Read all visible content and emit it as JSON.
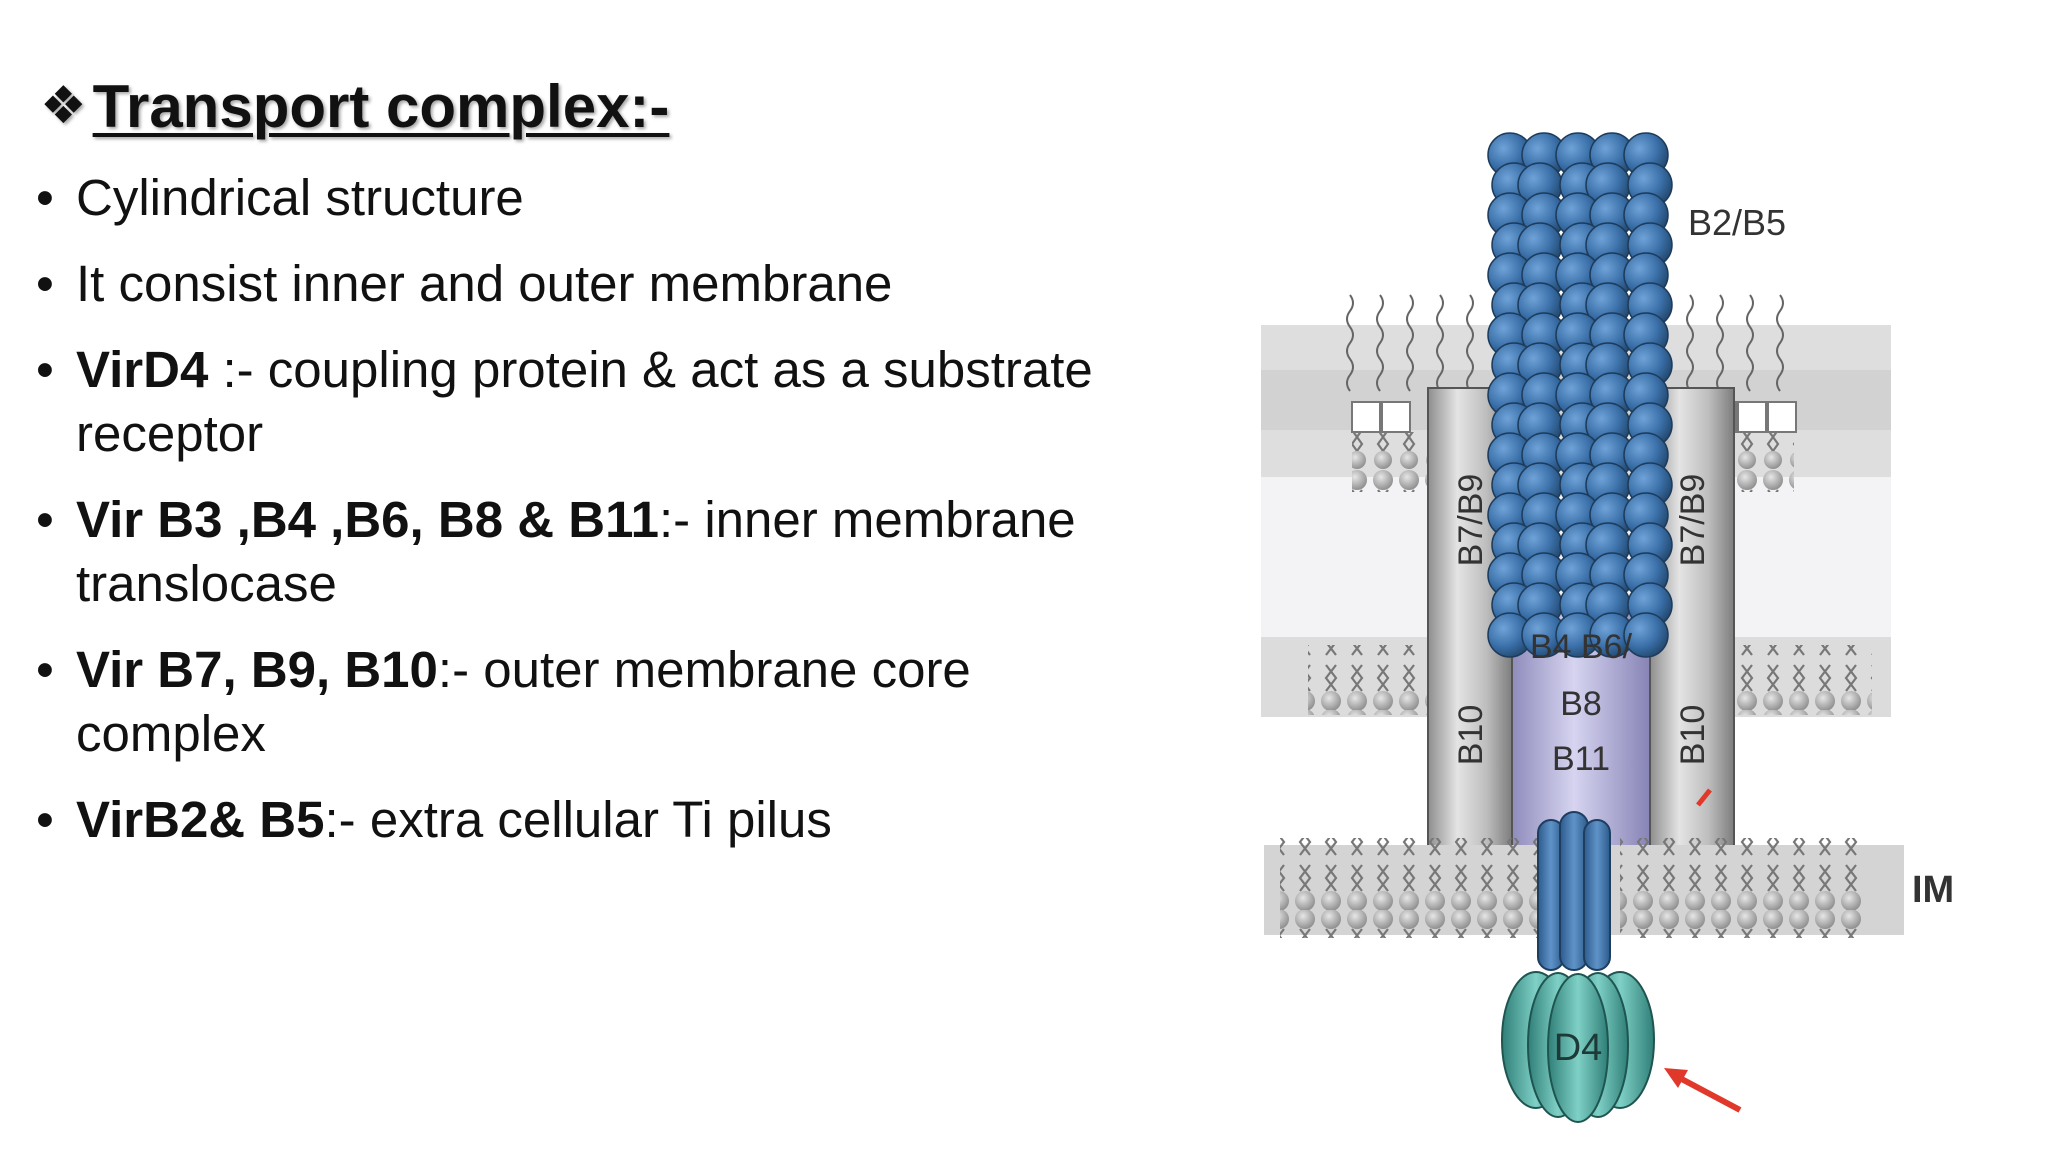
{
  "slide": {
    "title": "Transport complex:-",
    "title_bullet": "❖",
    "bullets": [
      {
        "bold": "",
        "text": "Cylindrical structure"
      },
      {
        "bold": "",
        "text": "It consist inner and outer membrane"
      },
      {
        "bold": "VirD4",
        "text": " :- coupling protein & act as a substrate receptor"
      },
      {
        "bold": "Vir B3 ,B4 ,B6, B8 & B11",
        "text": ":- inner membrane translocase"
      },
      {
        "bold": "Vir B7, B9, B10",
        "text": ":- outer membrane core complex"
      },
      {
        "bold": "VirB2& B5",
        "text": ":- extra cellular Ti pilus"
      }
    ]
  },
  "diagram": {
    "labels": {
      "pilus": "B2/B5",
      "core_left_top": "B7/B9",
      "core_right_top": "B7/B9",
      "core_left_bottom": "B10",
      "core_right_bottom": "B10",
      "translocase_1": "B4 B6/",
      "translocase_2": "B8",
      "translocase_3": "B11",
      "inner_membrane": "IM",
      "coupling": "D4"
    },
    "colors": {
      "pilus": "#3a6fa8",
      "core": "#b8b8b8",
      "translocase": "#b9b6dc",
      "coupling": "#4fa9a0",
      "membrane": "#dcdcdc",
      "arrow": "#e0392b"
    }
  }
}
